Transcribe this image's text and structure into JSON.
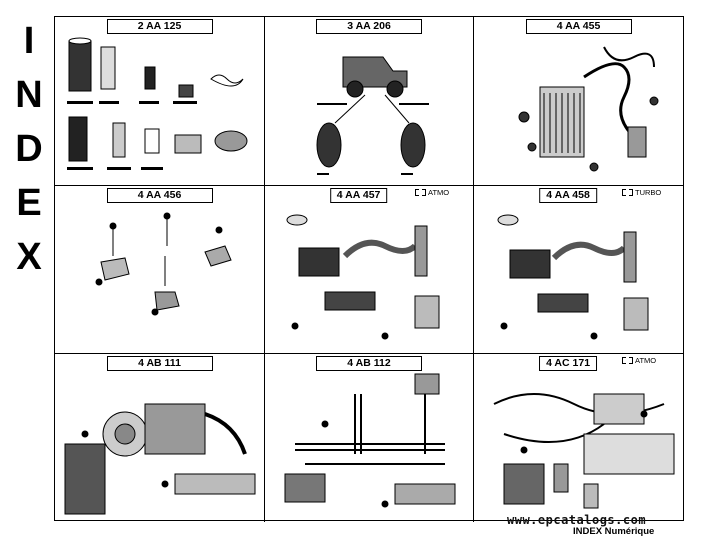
{
  "side_title": [
    "I",
    "N",
    "D",
    "E",
    "X"
  ],
  "cells": [
    {
      "code": "2 AA 125",
      "variant": ""
    },
    {
      "code": "3 AA 206",
      "variant": ""
    },
    {
      "code": "4 AA 455",
      "variant": ""
    },
    {
      "code": "4 AA 456",
      "variant": ""
    },
    {
      "code": "4 AA 457",
      "variant": "ATMO"
    },
    {
      "code": "4 AA 458",
      "variant": "TURBO"
    },
    {
      "code": "4 AB 111",
      "variant": ""
    },
    {
      "code": "4 AB 112",
      "variant": ""
    },
    {
      "code": "4 AC 171",
      "variant": "ATMO"
    }
  ],
  "footer": {
    "url": "www.epcatalogs.com",
    "title": "INDEX Numérique"
  }
}
